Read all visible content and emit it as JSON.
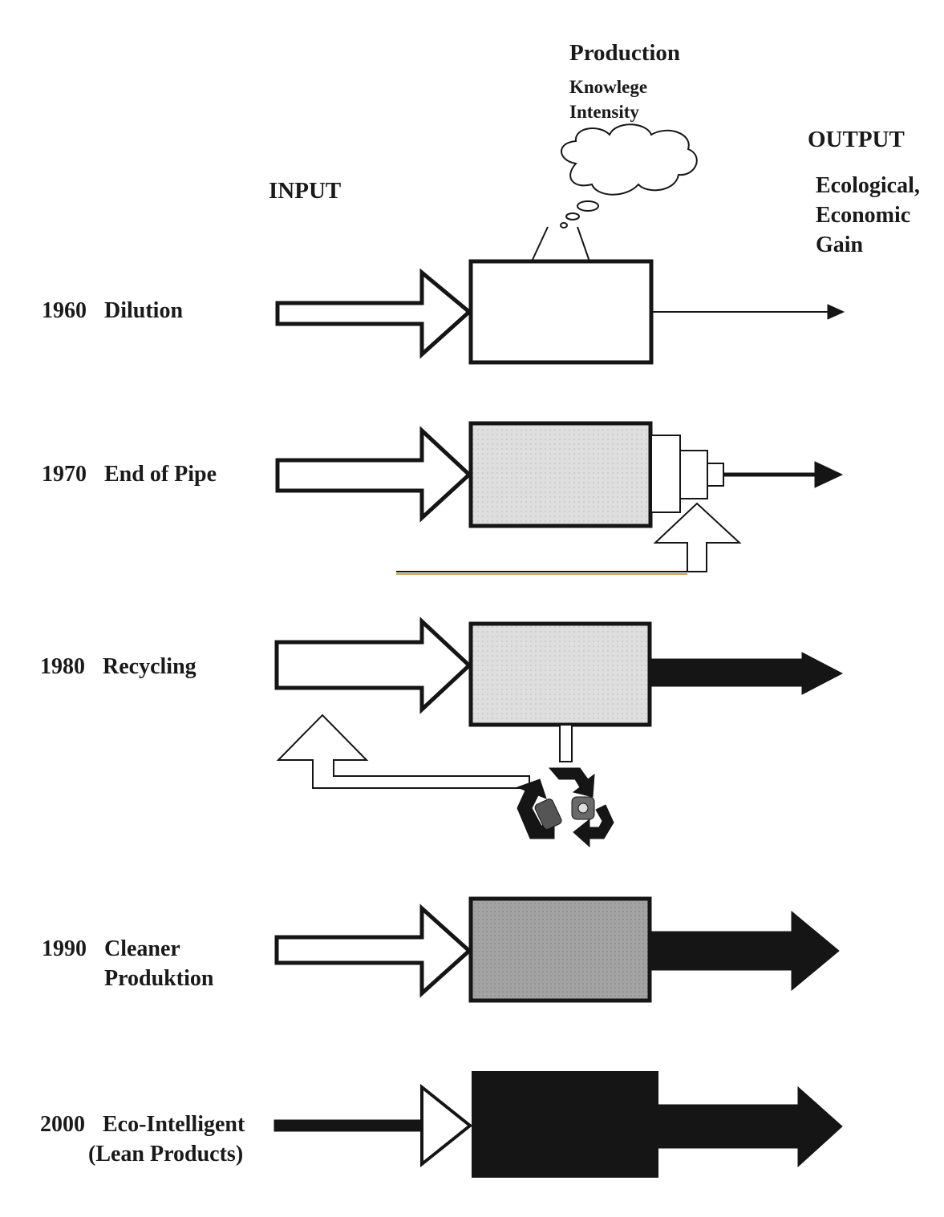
{
  "header": {
    "production": "Production",
    "production_sub": [
      "Knowlege",
      "Intensity"
    ],
    "input": "INPUT",
    "output": "OUTPUT",
    "output_sub": [
      "Ecological,",
      "Economic",
      "Gain"
    ]
  },
  "stages": [
    {
      "year": "1960",
      "name": [
        "Dilution"
      ],
      "box_fill": "#ffffff",
      "output_level": "thin line"
    },
    {
      "year": "1970",
      "name": [
        "End of Pipe"
      ],
      "box_fill": "#e8e8e8",
      "output_level": "line"
    },
    {
      "year": "1980",
      "name": [
        "Recycling"
      ],
      "box_fill": "#d6d6d6",
      "output_level": "medium"
    },
    {
      "year": "1990",
      "name": [
        "Cleaner",
        "Produktion"
      ],
      "box_fill": "#9e9e9e",
      "output_level": "thick"
    },
    {
      "year": "2000",
      "name": [
        "Eco-Intelligent",
        "(Lean Products)"
      ],
      "box_fill": "#151515",
      "output_level": "thickest"
    }
  ],
  "icons": {
    "cloud": "thought-cloud-icon",
    "recycle": "recycling-symbol-icon"
  },
  "colors": {
    "stroke": "#151515",
    "line_accent": "#c9a15a"
  }
}
